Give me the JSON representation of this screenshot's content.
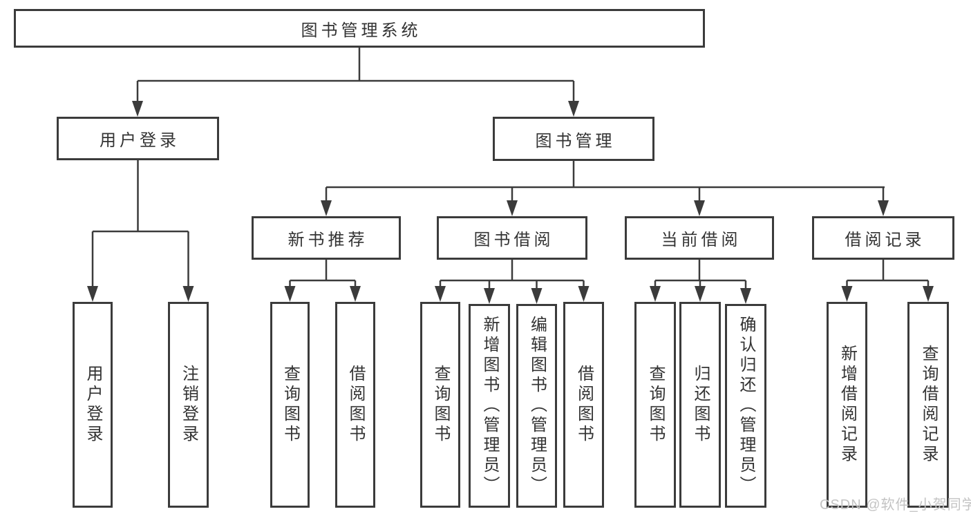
{
  "page": {
    "background": "#ffffff"
  },
  "colors": {
    "line": "#3b3b3b",
    "box_border": "#3b3b3b",
    "text": "#333333",
    "watermark_text": "#c3c3c3"
  },
  "watermark": "CSDN @软件_小贺同学",
  "tree": {
    "root": {
      "label": "图书管理系统",
      "children": [
        {
          "label": "用户登录",
          "children": [
            {
              "label": "用户登录"
            },
            {
              "label": "注销登录"
            }
          ]
        },
        {
          "label": "图书管理",
          "children": [
            {
              "label": "新书推荐",
              "children": [
                {
                  "label": "查询图书"
                },
                {
                  "label": "借阅图书"
                }
              ]
            },
            {
              "label": "图书借阅",
              "children": [
                {
                  "label": "查询图书"
                },
                {
                  "label": "新增图书（管理员）"
                },
                {
                  "label": "编辑图书（管理员）"
                },
                {
                  "label": "借阅图书"
                }
              ]
            },
            {
              "label": "当前借阅",
              "children": [
                {
                  "label": "查询图书"
                },
                {
                  "label": "归还图书"
                },
                {
                  "label": "确认归还（管理员）"
                }
              ]
            },
            {
              "label": "借阅记录",
              "children": [
                {
                  "label": "新增借阅记录"
                },
                {
                  "label": "查询借阅记录"
                }
              ]
            }
          ]
        }
      ]
    }
  }
}
